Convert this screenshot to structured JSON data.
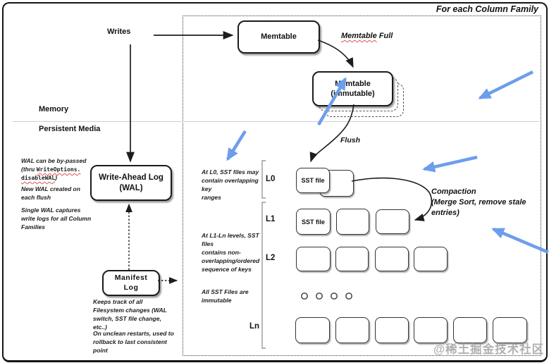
{
  "title": "For each Column Family",
  "labels": {
    "writes": "Writes",
    "memory": "Memory",
    "persistent_media": "Persistent Media",
    "memtable": "Memtable",
    "memtable_immutable": "Memtable\n(immutable)",
    "memtable_full_word1": "Memtable",
    "memtable_full_word2": " Full",
    "flush": "Flush",
    "wal": "Write-Ahead Log\n(WAL)",
    "manifest": "Manifest\nLog",
    "sst_file": "SST file",
    "compaction": "Compaction\n(Merge Sort, remove stale\nentries)",
    "l0": "L0",
    "l1": "L1",
    "l2": "L2",
    "ln": "Ln"
  },
  "notes": {
    "wal_bypass_line1": "WAL can be by-passed",
    "wal_bypass_pre": "(thru ",
    "wal_bypass_code1": "WriteOptions.",
    "wal_bypass_code2": "disableWAL",
    "wal_bypass_post": ")",
    "new_wal": "New WAL created on\neach flush",
    "single_wal": "Single WAL captures\nwrite logs for all Column\nFamilies",
    "l0_overlap": "At L0, SST files may\ncontain overlapping key\nranges",
    "l1_ln": "At L1-Ln levels, SST files\ncontains non-\noverlapping/ordered\nsequence of keys",
    "sst_immutable": "All SST Files are\nimmutable",
    "manifest_tracks": "Keeps track of all\nFilesystem changes (WAL\nswitch, SST file change,\netc..)",
    "manifest_rollback": "On unclean restarts, used to\nrollback to last consistent\npoint"
  },
  "watermark": "@稀土掘金技术社区",
  "colors": {
    "annotation_arrow": "#6d9eeb",
    "spellcheck_underline": "#e05252"
  }
}
